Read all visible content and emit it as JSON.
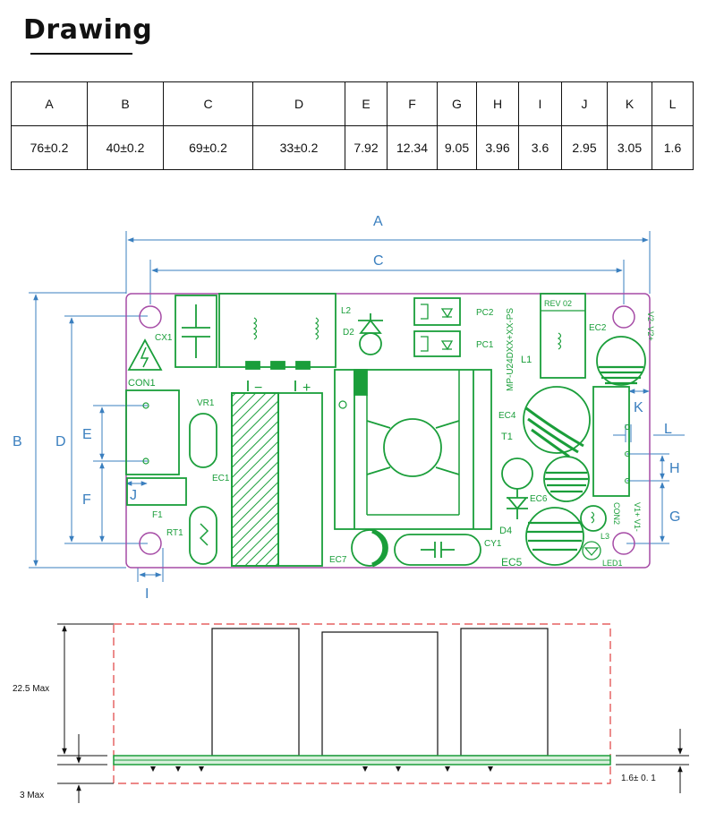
{
  "title": "Drawing",
  "table": {
    "headers": [
      "A",
      "B",
      "C",
      "D",
      "E",
      "F",
      "G",
      "H",
      "I",
      "J",
      "K",
      "L"
    ],
    "values": [
      "76±0.2",
      "40±0.2",
      "69±0.2",
      "33±0.2",
      "7.92",
      "12.34",
      "9.05",
      "3.96",
      "3.6",
      "2.95",
      "3.05",
      "1.6"
    ]
  },
  "board": {
    "dims": {
      "A": "A",
      "B": "B",
      "C": "C",
      "D": "D",
      "E": "E",
      "F": "F",
      "G": "G",
      "H": "H",
      "I": "I",
      "J": "J",
      "K": "K",
      "L": "L"
    },
    "components": {
      "cx1": "CX1",
      "con1": "CON1",
      "vr1": "VR1",
      "f1": "F1",
      "rt1": "RT1",
      "ec1": "EC1",
      "ec7": "EC7",
      "cy1": "CY1",
      "l2": "L2",
      "d2": "D2",
      "pc2": "PC2",
      "pc1": "PC1",
      "rev": "REV 02",
      "l1": "L1",
      "ec2": "EC2",
      "v2": "V2- V2+",
      "part": "MP-U24DXX+XX-PS",
      "ec4": "EC4",
      "t1": "T1",
      "ec6": "EC6",
      "d4": "D4",
      "ec5": "EC5",
      "con2": "CON2",
      "v1": "V1+ V1-",
      "l3": "L3",
      "led1": "LED1",
      "minus": "−",
      "plus": "+"
    }
  },
  "side": {
    "height_max": "22.5 Max",
    "pin_max": "3 Max",
    "thickness": "1.6± 0. 1"
  },
  "colors": {
    "board_outline": "#a64ca6",
    "copper": "#1a9e3a",
    "dimension": "#3a7fbf",
    "keepout": "#e04040"
  }
}
